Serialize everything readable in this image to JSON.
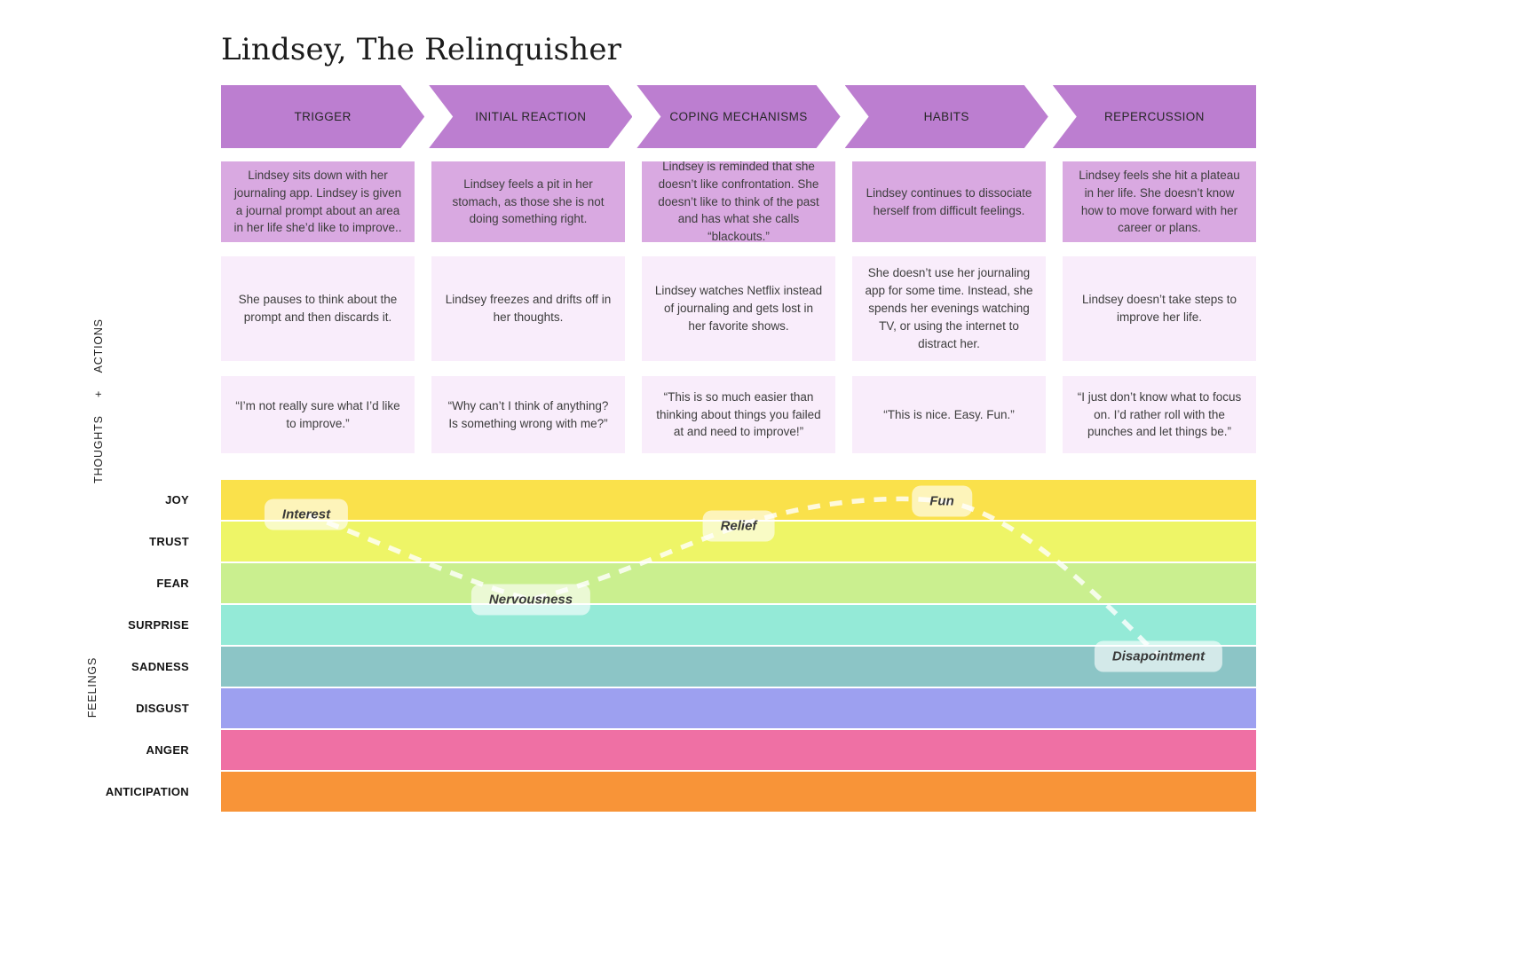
{
  "title": "Lindsey, The Relinquisher",
  "stages": [
    "TRIGGER",
    "INITIAL REACTION",
    "COPING MECHANISMS",
    "HABITS",
    "REPERCUSSION"
  ],
  "cards": {
    "situations": [
      "Lindsey sits down with her journaling app. Lindsey is given a journal prompt about an area in her life she’d like to improve..",
      "Lindsey feels a pit in her stomach, as those she is not doing something right.",
      "Lindsey is reminded that she doesn’t like confrontation. She doesn’t like to think of the past and has what she calls “blackouts.”",
      "Lindsey continues to dissociate herself from difficult feelings.",
      "Lindsey feels she hit a plateau in her life. She doesn’t know how to move forward with her career or plans."
    ],
    "actions": [
      "She pauses to think about the prompt and then discards it.",
      "Lindsey freezes and drifts off in her thoughts.",
      "Lindsey watches Netflix instead of journaling and gets lost in her favorite shows.",
      "She doesn’t use her journaling app for some time. Instead, she spends her evenings watching TV, or using the internet to distract her.",
      "Lindsey doesn’t take steps to improve her life."
    ],
    "thoughts": [
      "“I’m not really sure what I’d like to improve.”",
      "“Why can’t I think of anything? Is something wrong with me?”",
      "“This is so much easier than thinking about things you failed at and need to improve!”",
      "“This is nice. Easy. Fun.”",
      "“I just don’t know what to focus on. I’d rather roll with the punches and let things be.”"
    ]
  },
  "side_labels": {
    "thoughts_actions": "THOUGHTS + ACTIONS",
    "feelings": "FEELINGS"
  },
  "feelings": {
    "labels": [
      "JOY",
      "TRUST",
      "FEAR",
      "SURPRISE",
      "SADNESS",
      "DISGUST",
      "ANGER",
      "ANTICIPATION"
    ],
    "colors": {
      "joy": "#FAE14B",
      "trust": "#EEF567",
      "fear": "#CAEF8F",
      "surprise": "#94EAD7",
      "sadness": "#8CC5C6",
      "disgust": "#9DA0F0",
      "anger": "#EF70A4",
      "anticipation": "#F89438"
    }
  },
  "journey_points": [
    {
      "label": "Interest",
      "feeling": "JOY",
      "stage": "TRIGGER"
    },
    {
      "label": "Nervousness",
      "feeling": "FEAR",
      "stage": "INITIAL REACTION"
    },
    {
      "label": "Relief",
      "feeling": "TRUST",
      "stage": "COPING MECHANISMS"
    },
    {
      "label": "Fun",
      "feeling": "JOY",
      "stage": "HABITS"
    },
    {
      "label": "Disapointment",
      "feeling": "SADNESS",
      "stage": "REPERCUSSION"
    }
  ],
  "theme": {
    "stage_header_color": "#BC7ED0",
    "situation_card_color": "#D9A9E1",
    "detail_card_color": "#F9EDFB",
    "line_color": "#FFFFFF"
  }
}
